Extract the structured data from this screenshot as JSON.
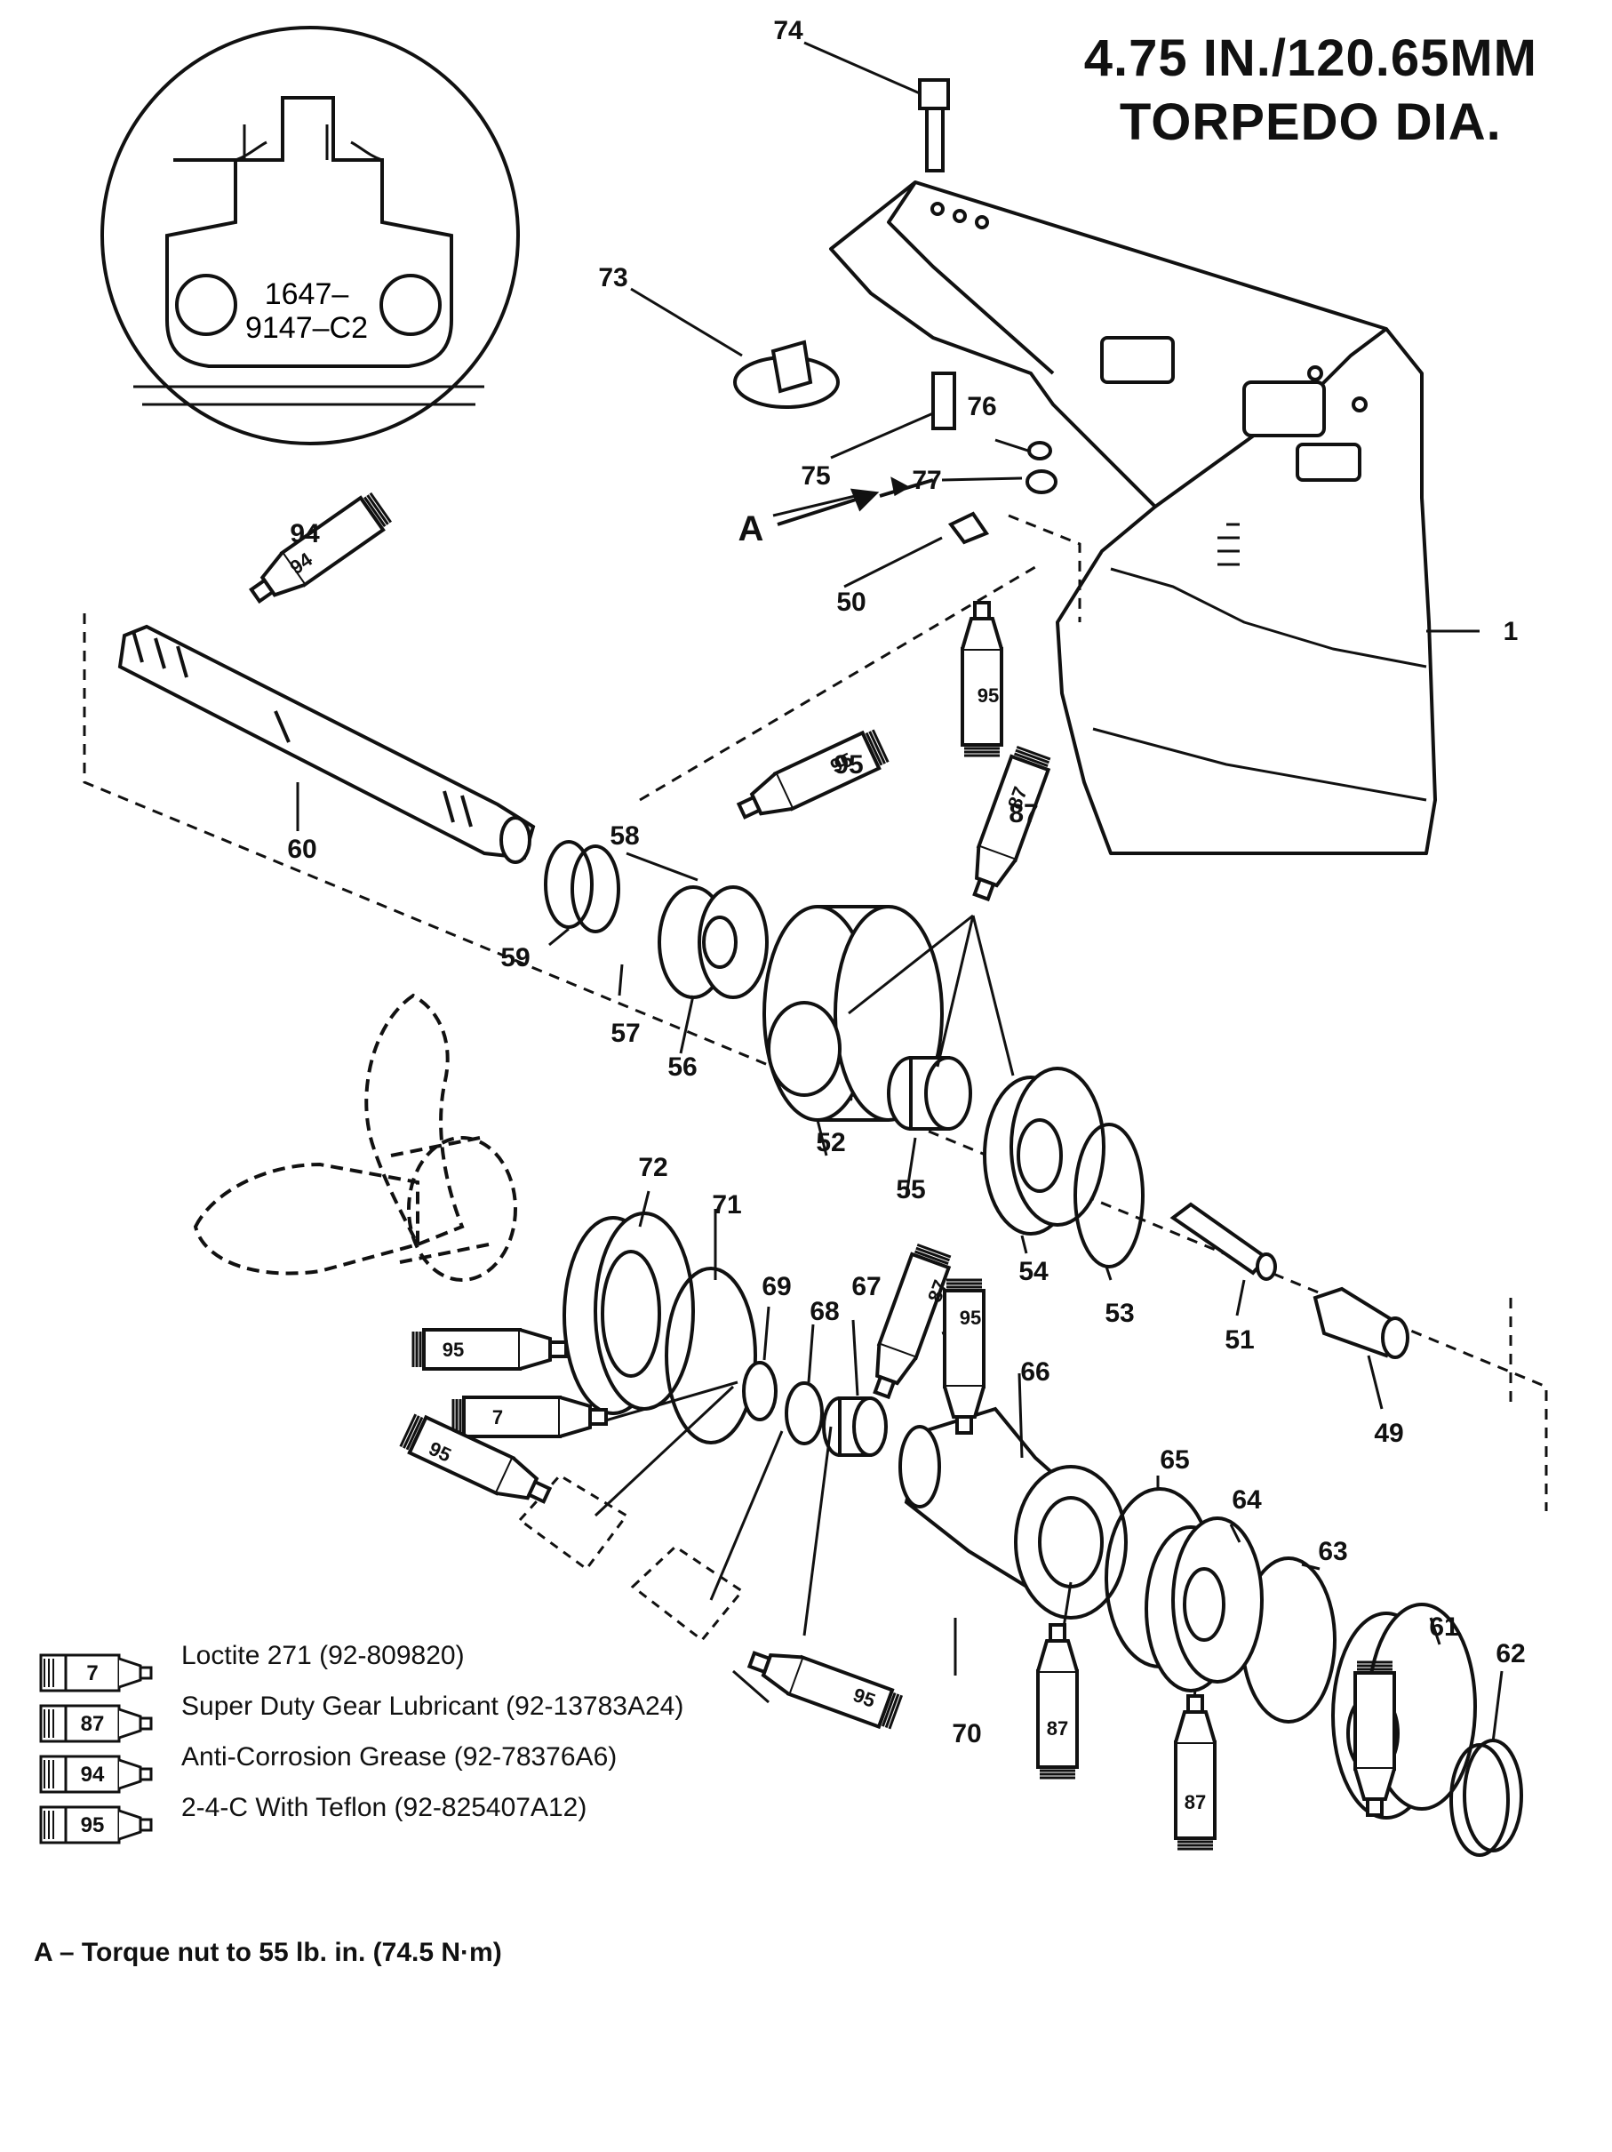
{
  "title": {
    "line1": "4.75 IN./120.65MM",
    "line2": "TORPEDO DIA."
  },
  "detail_callout": {
    "code_line1": "1647–",
    "code_line2": "9147–C2"
  },
  "callout_A": "A",
  "part_numbers": [
    "74",
    "73",
    "75",
    "76",
    "77",
    "50",
    "1",
    "94",
    "60",
    "95",
    "58",
    "87",
    "59",
    "57",
    "56",
    "52",
    "55",
    "54",
    "53",
    "51",
    "49",
    "72",
    "71",
    "69",
    "68",
    "67",
    "66",
    "65",
    "64",
    "63",
    "61",
    "62",
    "70"
  ],
  "tube_labels": [
    "94",
    "95",
    "95",
    "87",
    "95",
    "7",
    "95",
    "87",
    "95",
    "95",
    "87",
    "87"
  ],
  "legend": [
    {
      "code": "7",
      "text": "Loctite 271 (92-809820)"
    },
    {
      "code": "87",
      "text": "Super Duty Gear Lubricant (92-13783A24)"
    },
    {
      "code": "94",
      "text": "Anti-Corrosion Grease (92-78376A6)"
    },
    {
      "code": "95",
      "text": "2-4-C  With Teflon (92-825407A12)"
    }
  ],
  "footnote": "A – Torque nut to 55 lb. in. (74.5 N·m)"
}
